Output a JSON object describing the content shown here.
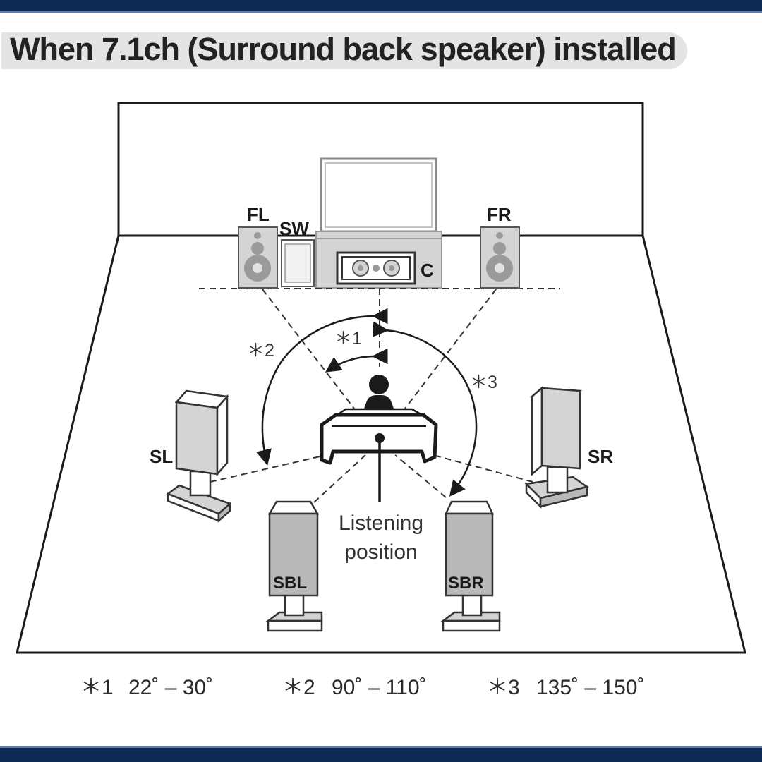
{
  "title": "When 7.1ch (Surround back speaker) installed",
  "speakers": {
    "fl": "FL",
    "sw": "SW",
    "c": "C",
    "fr": "FR",
    "sl": "SL",
    "sr": "SR",
    "sbl": "SBL",
    "sbr": "SBR"
  },
  "angle_markers": {
    "m1": "＊1",
    "m2": "＊2",
    "m3": "＊3"
  },
  "listening_position": {
    "line1": "Listening",
    "line2": "position"
  },
  "legend": [
    {
      "marker": "＊1",
      "range": "22˚ – 30˚"
    },
    {
      "marker": "＊2",
      "range": "90˚ – 110˚"
    },
    {
      "marker": "＊3",
      "range": "135˚ – 150˚"
    }
  ],
  "colors": {
    "frame": "#0d2a55",
    "speaker_fill": "#d4d4d4",
    "speaker_dark": "#b9b9b9",
    "cone": "#9a9a9a",
    "line": "#1a1a1a",
    "dash": "#333333"
  }
}
